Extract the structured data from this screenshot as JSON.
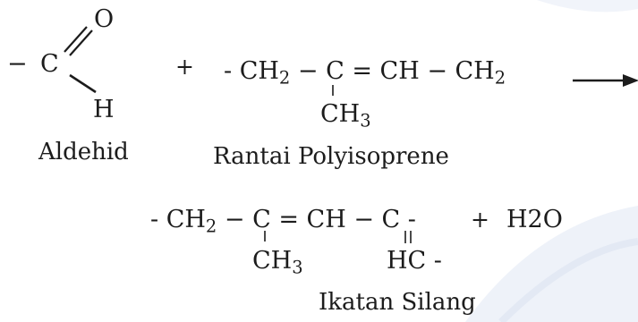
{
  "colors": {
    "ink": "#1c1c1c",
    "watermark": "#e6ecf6"
  },
  "reactant1": {
    "dash": "−",
    "carbon": "C",
    "oxygen": "O",
    "hydrogen": "H",
    "label": "Aldehid"
  },
  "plus1": "+",
  "reactant2": {
    "prefix": "- CH",
    "prefix_sub": "2",
    "mid": " − C = CH − CH",
    "end_sub": "2",
    "branch": "CH",
    "branch_sub": "3",
    "label": "Rantai Polyisoprene"
  },
  "arrow": "reaction-arrow",
  "product": {
    "prefix": "- CH",
    "prefix_sub": "2",
    "mid": " − C = CH  −  C -",
    "branch": "CH",
    "branch_sub": "3",
    "lower": "HC -",
    "plus": "+",
    "water": "H2O",
    "label": "Ikatan Silang"
  }
}
